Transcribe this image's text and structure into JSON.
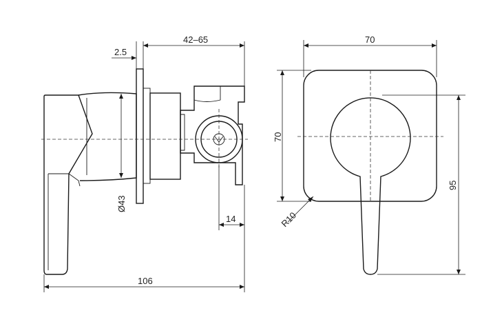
{
  "side_view": {
    "plate_thickness": "2.5",
    "depth_range": "42–65",
    "diameter": "Ø43",
    "offset": "14",
    "total_length": "106"
  },
  "front_view": {
    "plate_width": "70",
    "plate_height": "70",
    "corner_radius": "R10",
    "handle_height": "95"
  }
}
